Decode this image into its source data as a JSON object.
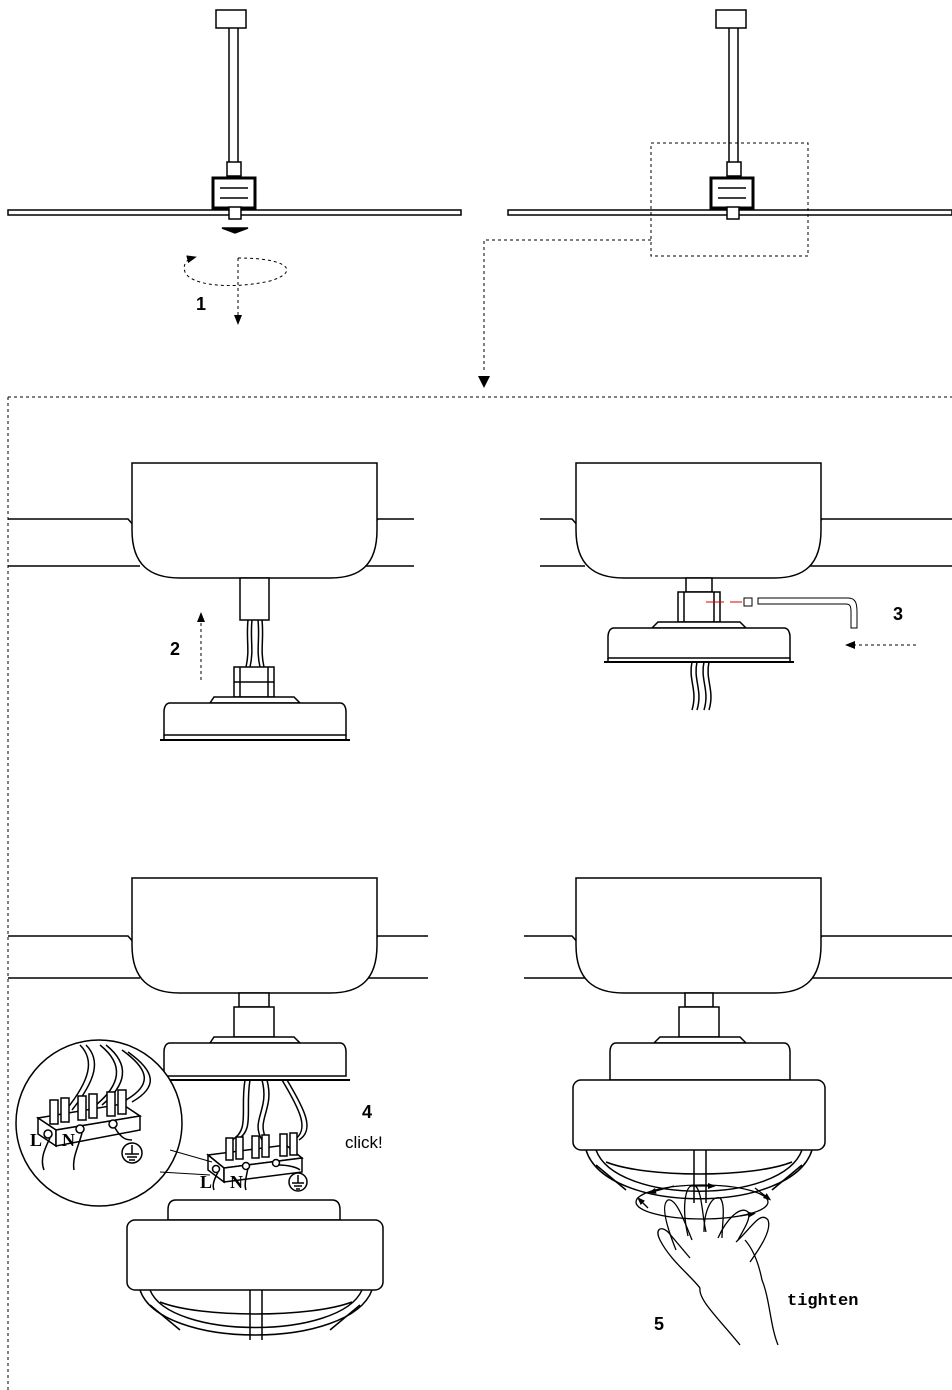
{
  "steps": {
    "s1": "1",
    "s2": "2",
    "s3": "3",
    "s4": "4",
    "s5": "5"
  },
  "click_label": "click!",
  "tighten_label": "tighten",
  "terminals": {
    "live": "L",
    "neutral": "N"
  }
}
